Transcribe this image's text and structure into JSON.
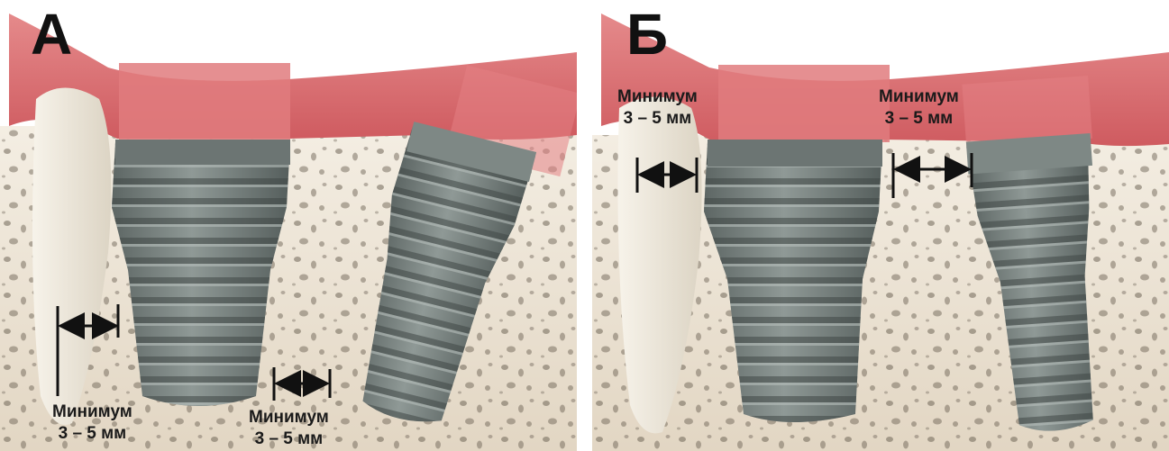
{
  "panels": [
    {
      "letter": "А",
      "labels": [
        {
          "line1": "Минимум",
          "line2": "3 – 5 мм"
        },
        {
          "line1": "Минимум",
          "line2": "3 – 5 мм"
        }
      ]
    },
    {
      "letter": "Б",
      "labels": [
        {
          "line1": "Минимум",
          "line2": "3 – 5 мм"
        },
        {
          "line1": "Минимум",
          "line2": "3 – 5 мм"
        }
      ]
    }
  ],
  "colors": {
    "gum": "#d9696c",
    "bone": "#efe6d8",
    "implant": "#7b8582",
    "arrow": "#111111"
  },
  "icons": [
    "implant-icon",
    "tooth-root-icon",
    "measurement-arrow-icon"
  ]
}
